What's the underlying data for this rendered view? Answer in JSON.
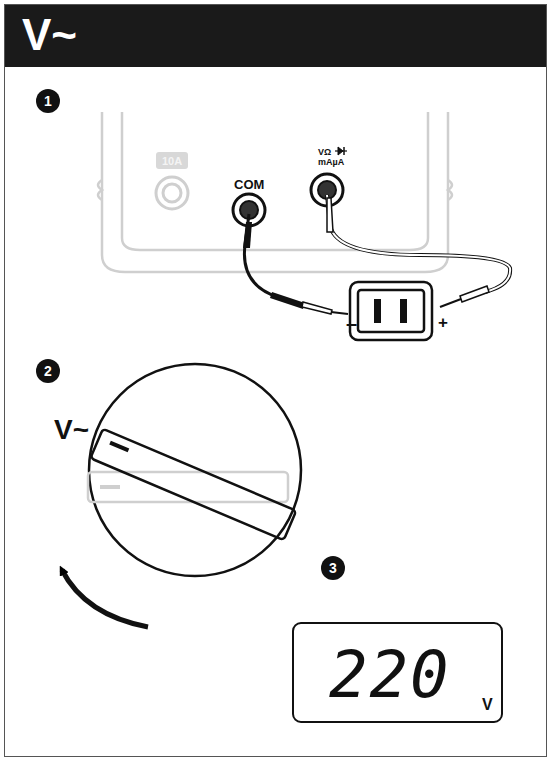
{
  "diagram": {
    "title": "V~",
    "nodes": [
      {
        "text": [
          "220",
          "V"
        ]
      }
    ],
    "labels": [
      "1",
      "10A",
      "COM",
      "VΩ",
      "mAµA",
      "–",
      "+",
      "2",
      "V~",
      "3"
    ]
  }
}
